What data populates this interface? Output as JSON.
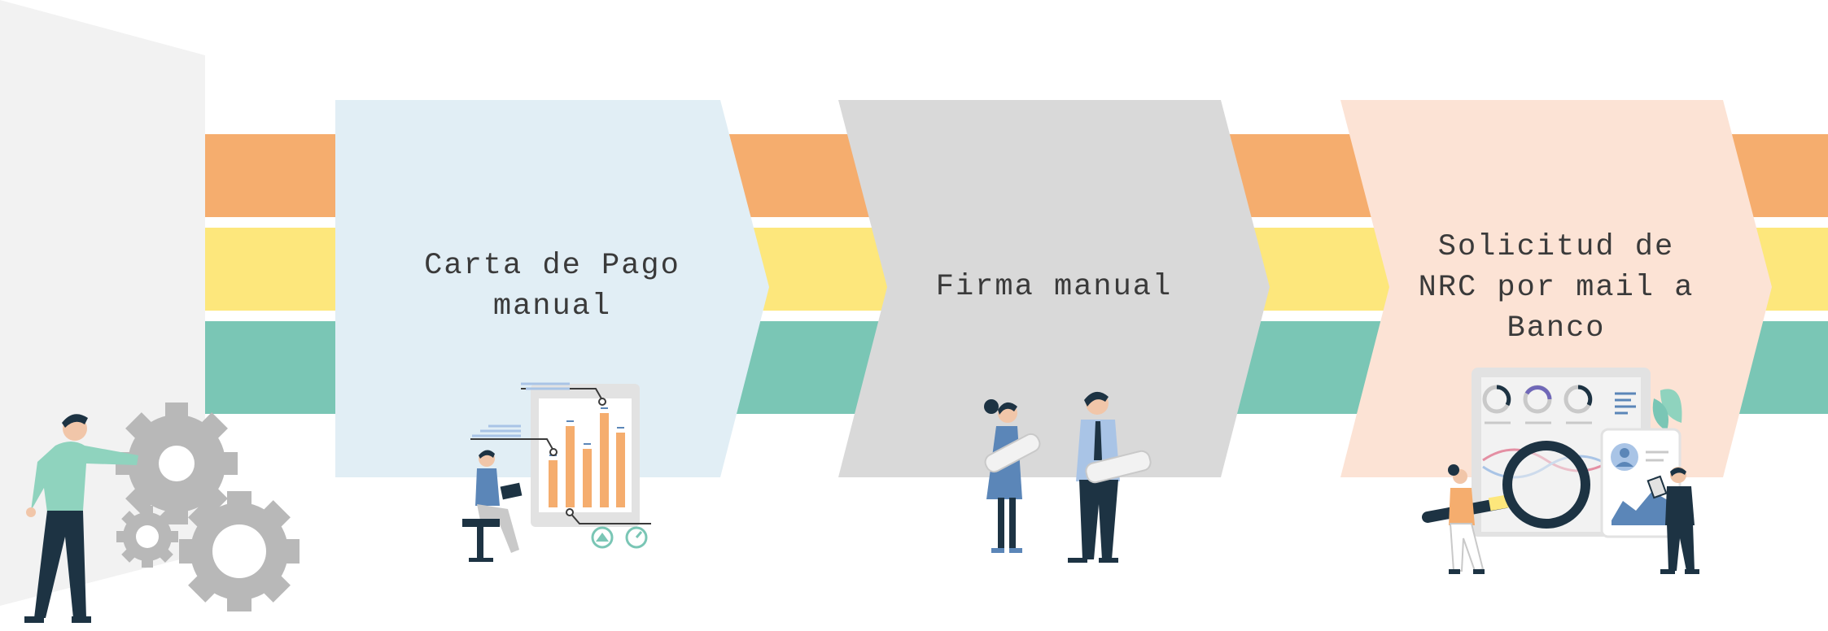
{
  "steps": [
    {
      "lines": [
        "Carta de Pago",
        "manual"
      ],
      "fill": "#e1eef5"
    },
    {
      "lines": [
        "Firma manual"
      ],
      "fill": "#d9d9d9"
    },
    {
      "lines": [
        "Solicitud de",
        "NRC por mail a",
        "Banco"
      ],
      "fill": "#fce3d5"
    }
  ],
  "bands": {
    "top": "#f5ad6e",
    "middle": "#fde77c",
    "bottom": "#7ac6b5"
  },
  "icons": [
    "gears-worker-icon",
    "bar-chart-analyst-icon",
    "business-meeting-icon",
    "data-analysis-magnifier-icon"
  ]
}
